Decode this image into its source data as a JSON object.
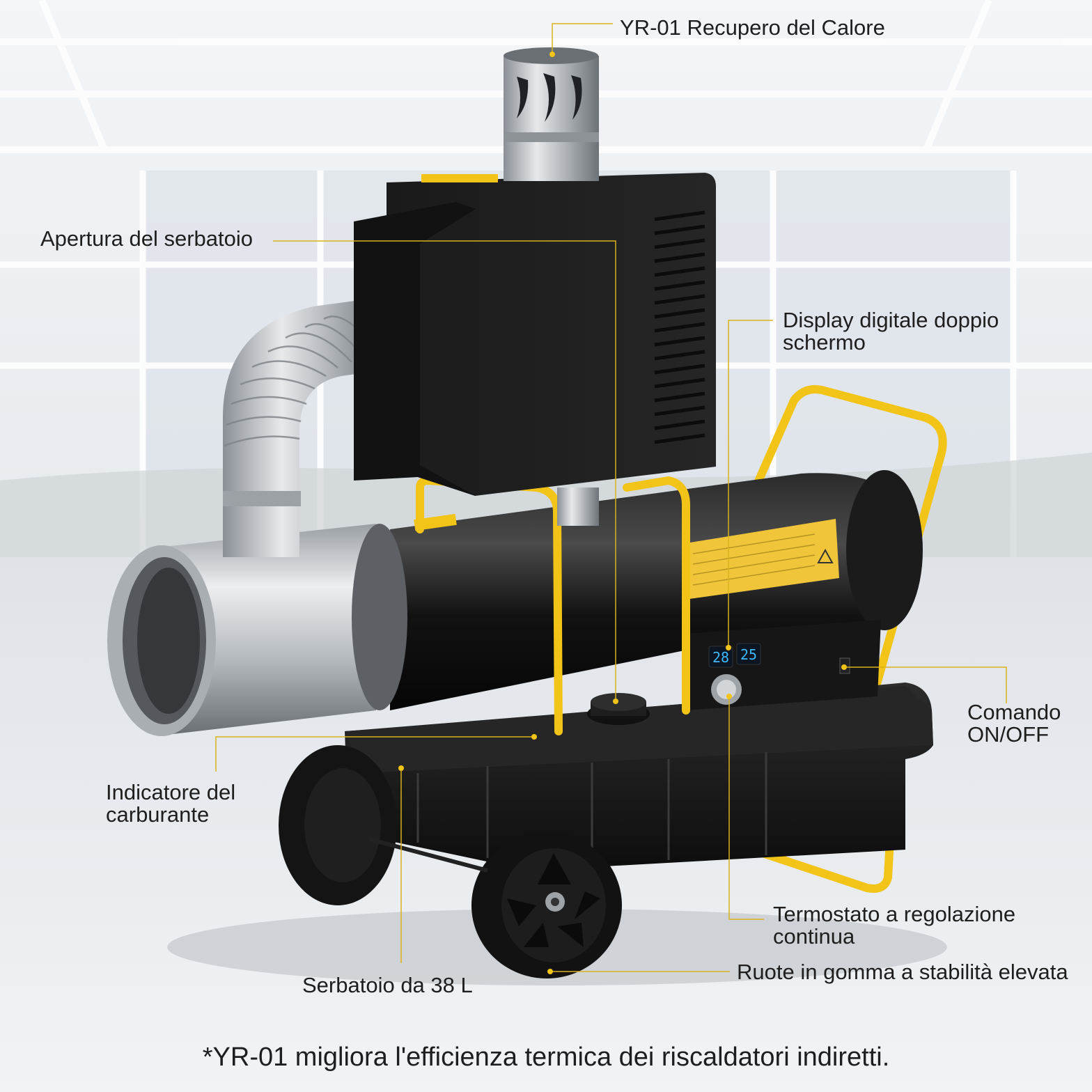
{
  "labels": {
    "recupero": "YR-01 Recupero del Calore",
    "apertura": "Apertura del serbatoio",
    "display_line1": "Display digitale doppio",
    "display_line2": "schermo",
    "comando_line1": "Comando",
    "comando_line2": "ON/OFF",
    "indicatore_line1": "Indicatore del",
    "indicatore_line2": "carburante",
    "termostato_line1": "Termostato a regolazione",
    "termostato_line2": "continua",
    "ruote": "Ruote in gomma a stabilità elevata",
    "serbatoio": "Serbatoio da 38 L"
  },
  "display": {
    "left_value": "28",
    "right_value": "25"
  },
  "footnote": "*YR-01 migliora l'efficienza termica dei riscaldatori indiretti.",
  "colors": {
    "accent_yellow": "#f2c417",
    "body_black": "#151515",
    "steel": "#b7bcc1",
    "leader_line": "#d9b21c"
  }
}
